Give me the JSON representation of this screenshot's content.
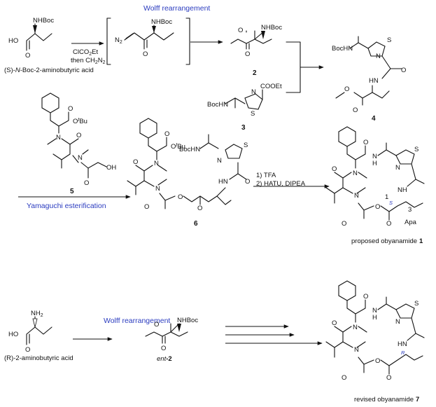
{
  "compounds": {
    "start_acid": {
      "name_prefix": "(S)-",
      "name_mid": "N",
      "name_rest": "-Boc-2-aminobutyric acid"
    },
    "diazoketone": {
      "label": ""
    },
    "ester_2": {
      "number": "2"
    },
    "thiazole_3": {
      "number": "3",
      "ester_label": "COOEt"
    },
    "amide_4": {
      "number": "4"
    },
    "tripeptide_5": {
      "number": "5"
    },
    "seco_6": {
      "number": "6"
    },
    "proposed_1": {
      "caption": "proposed obyanamide",
      "number": "1",
      "unit_label": "Apa",
      "stereo_S": "S",
      "locant_1": "1",
      "locant_3": "3"
    },
    "r_acid": {
      "name": "(R)-2-aminobutyric acid"
    },
    "ent_2": {
      "name": "ent",
      "suffix": "-2"
    },
    "revised_7": {
      "caption": "revised obyanamide",
      "number": "7",
      "stereo_R": "R"
    }
  },
  "atom_labels": {
    "NHBoc": "NHBoc",
    "NH2": "NH",
    "NH2_sub": "2",
    "HO": "HO",
    "O": "O",
    "N": "N",
    "S": "S",
    "H": "H",
    "HN": "HN",
    "NH": "NH",
    "BocHN": "BocHN",
    "OH": "OH",
    "OtBu_O": "O",
    "OtBu_t": "t",
    "OtBu_Bu": "Bu",
    "N2": "N",
    "N2_sub": "2"
  },
  "reagents": {
    "step1_line1": "ClCO",
    "step1_line1_sub": "2",
    "step1_line1_end": "Et",
    "step1_line2": "then CH",
    "step1_line2_sub": "2",
    "step1_line2_end": "N",
    "step1_line2_sub2": "2",
    "macro_line1": "1) TFA",
    "macro_line2": "2) HATU, DIPEA"
  },
  "reactions": {
    "wolff_top": "Wolff rearrangement",
    "yamaguchi": "Yamaguchi esterification",
    "wolff_bottom": "Wolff rearrangement"
  },
  "colors": {
    "ink": "#111111",
    "reaction_name": "#2a3bbf"
  }
}
